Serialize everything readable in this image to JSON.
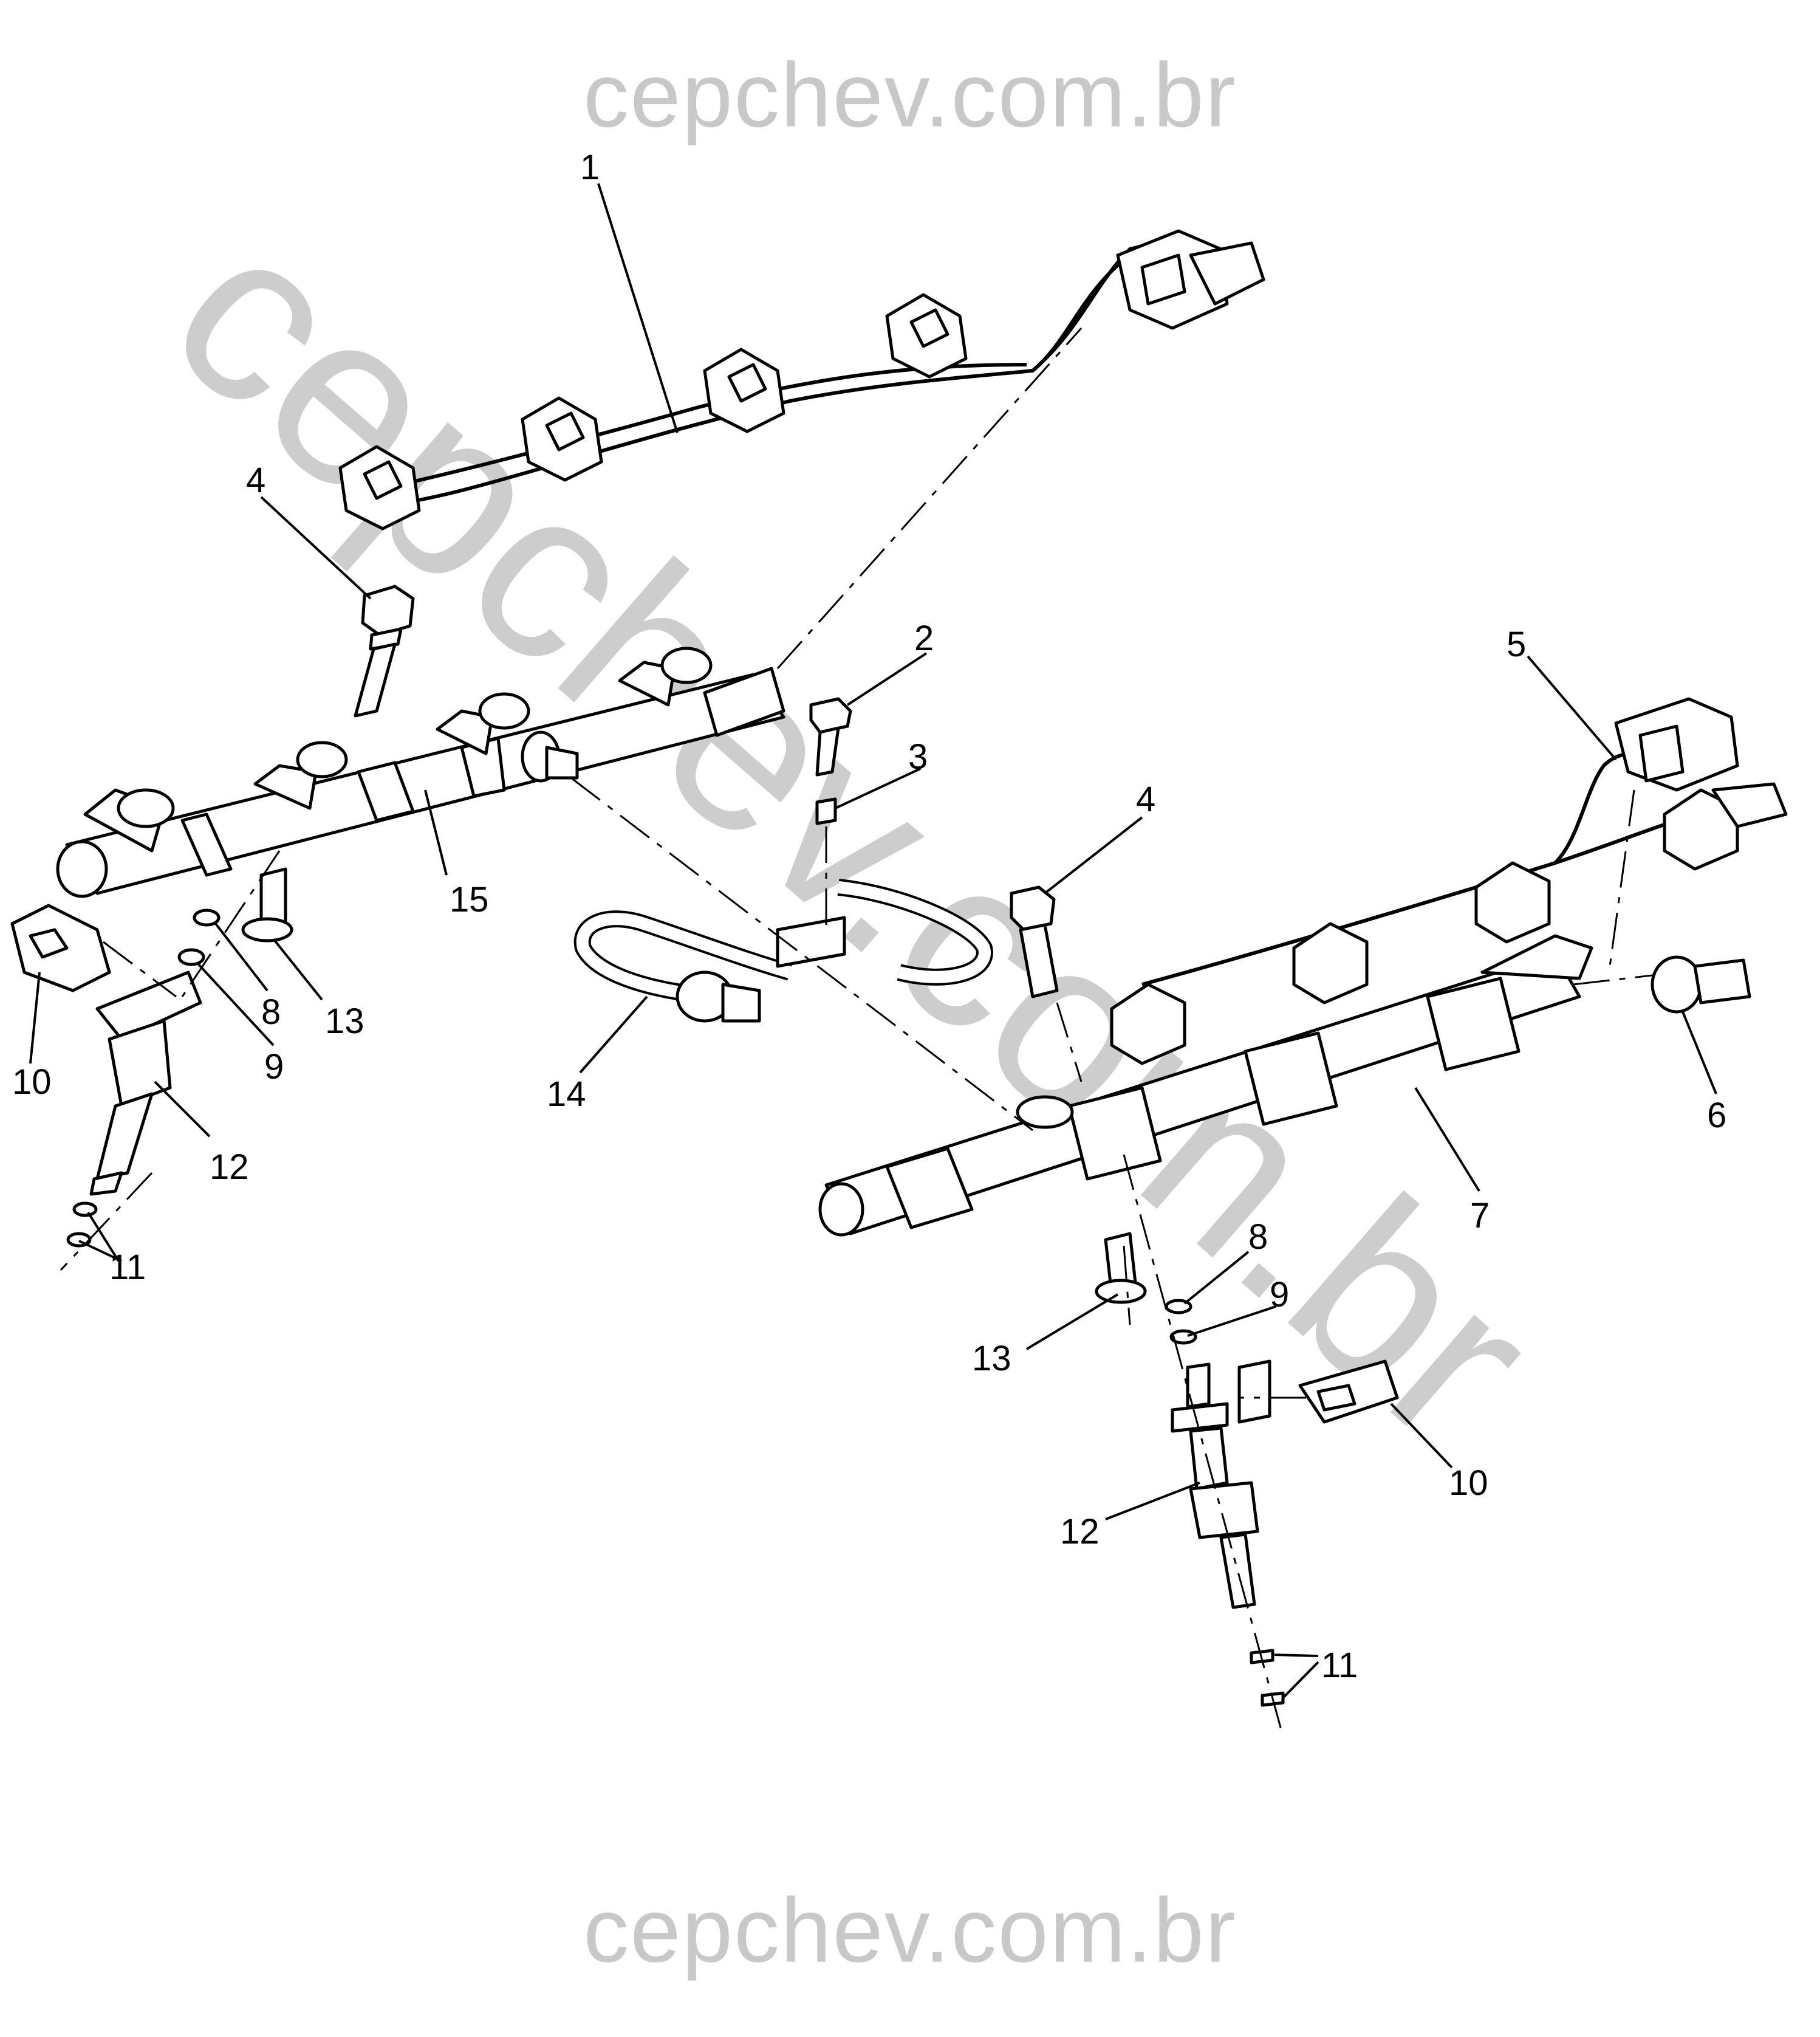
{
  "watermark": {
    "top": "cepchev.com.br",
    "bottom": "cepchev.com.br",
    "diagonal": "cepchev.com.br"
  },
  "callouts": [
    {
      "id": "c1",
      "text": "1"
    },
    {
      "id": "c2",
      "text": "2"
    },
    {
      "id": "c3",
      "text": "3"
    },
    {
      "id": "c4a",
      "text": "4"
    },
    {
      "id": "c4b",
      "text": "4"
    },
    {
      "id": "c5",
      "text": "5"
    },
    {
      "id": "c6",
      "text": "6"
    },
    {
      "id": "c7",
      "text": "7"
    },
    {
      "id": "c8a",
      "text": "8"
    },
    {
      "id": "c8b",
      "text": "8"
    },
    {
      "id": "c9a",
      "text": "9"
    },
    {
      "id": "c9b",
      "text": "9"
    },
    {
      "id": "c10a",
      "text": "10"
    },
    {
      "id": "c10b",
      "text": "10"
    },
    {
      "id": "c11a",
      "text": "11"
    },
    {
      "id": "c11b",
      "text": "11"
    },
    {
      "id": "c12a",
      "text": "12"
    },
    {
      "id": "c12b",
      "text": "12"
    },
    {
      "id": "c13a",
      "text": "13"
    },
    {
      "id": "c13b",
      "text": "13"
    },
    {
      "id": "c14",
      "text": "14"
    },
    {
      "id": "c15",
      "text": "15"
    }
  ]
}
